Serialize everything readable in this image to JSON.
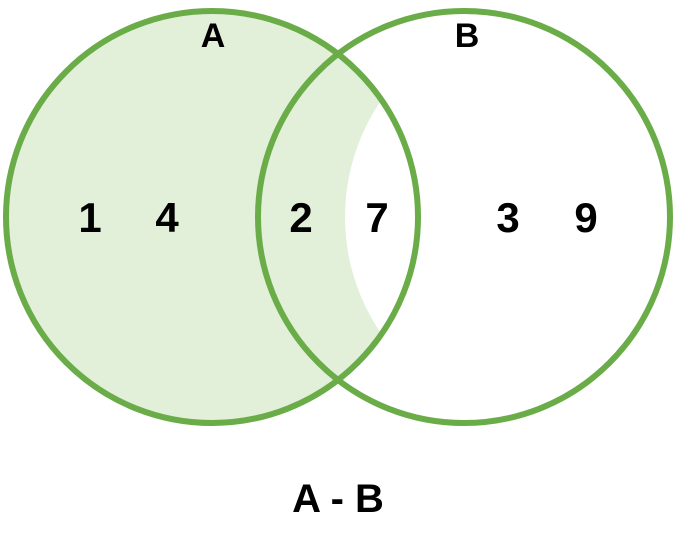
{
  "diagram": {
    "type": "venn",
    "operation": "difference",
    "sets": [
      {
        "name": "A",
        "label": "A",
        "shaded": true
      },
      {
        "name": "B",
        "label": "B",
        "shaded": false
      }
    ],
    "regions": {
      "a_only": [
        "1",
        "4"
      ],
      "a_and_b": [
        "2",
        "7"
      ],
      "b_only": [
        "3",
        "9"
      ]
    },
    "caption": "A - B",
    "colors": {
      "outline": "#6aac48",
      "shade": "#e2efd9",
      "background": "#ffffff",
      "text": "#000000"
    }
  }
}
